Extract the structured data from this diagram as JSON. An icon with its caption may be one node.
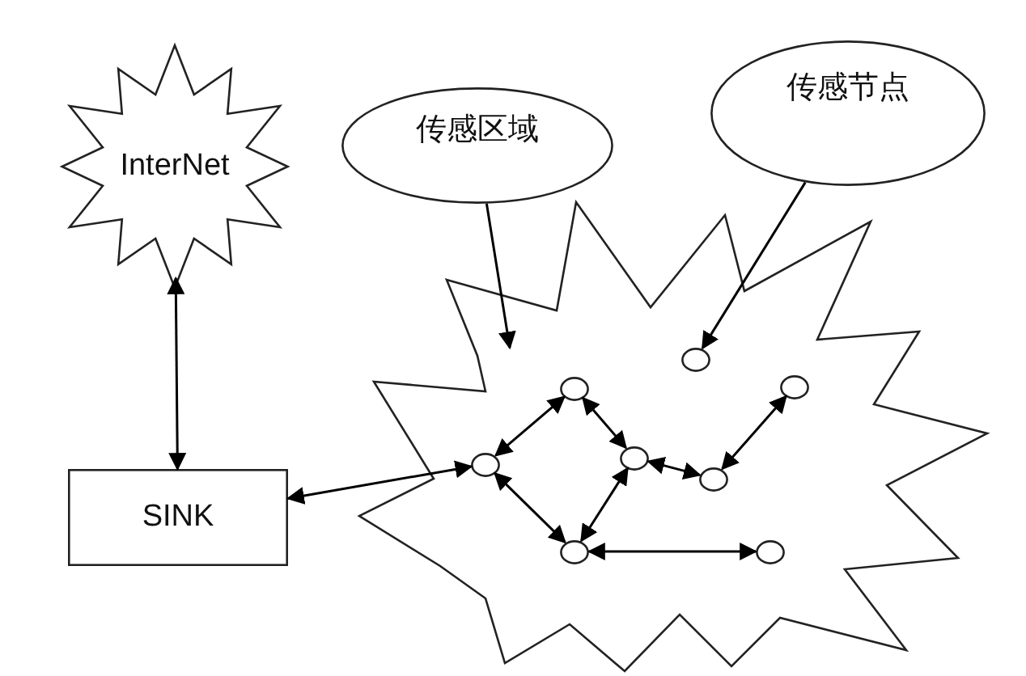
{
  "diagram": {
    "nodes": [
      {
        "text": [
          "InterNet"
        ]
      },
      {
        "text": [
          "SINK"
        ]
      },
      {
        "text": [
          "传感区域"
        ]
      },
      {
        "text": [
          "传感节点"
        ]
      },
      {
        "text": [],
        "shape": "star"
      },
      {
        "text": [],
        "shape": "circle",
        "in": 4
      },
      {
        "text": [],
        "shape": "circle",
        "in": 4
      },
      {
        "text": [],
        "shape": "circle",
        "in": 4
      },
      {
        "text": [],
        "shape": "circle",
        "in": 4
      },
      {
        "text": [],
        "shape": "circle",
        "in": 4
      },
      {
        "text": [],
        "shape": "circle",
        "in": 4
      },
      {
        "text": [],
        "shape": "circle",
        "in": 4
      },
      {
        "text": [],
        "shape": "circle",
        "in": 4
      }
    ],
    "edges": [
      {
        "from": 0,
        "to": 1,
        "arrow": "both"
      },
      {
        "from": 1,
        "to": 5,
        "arrow": "both"
      },
      {
        "from": 5,
        "to": 6,
        "arrow": "both"
      },
      {
        "from": 5,
        "to": 7,
        "arrow": "both"
      },
      {
        "from": 6,
        "to": 8,
        "arrow": "both"
      },
      {
        "from": 8,
        "to": 7,
        "arrow": "both"
      },
      {
        "from": 8,
        "to": 10,
        "arrow": "both"
      },
      {
        "from": 10,
        "to": 12,
        "arrow": "both"
      },
      {
        "from": 7,
        "to": 11,
        "arrow": "both"
      },
      {
        "from": 2,
        "to": 4,
        "arrow": "to"
      },
      {
        "from": 3,
        "to": 9,
        "arrow": "to"
      }
    ]
  }
}
